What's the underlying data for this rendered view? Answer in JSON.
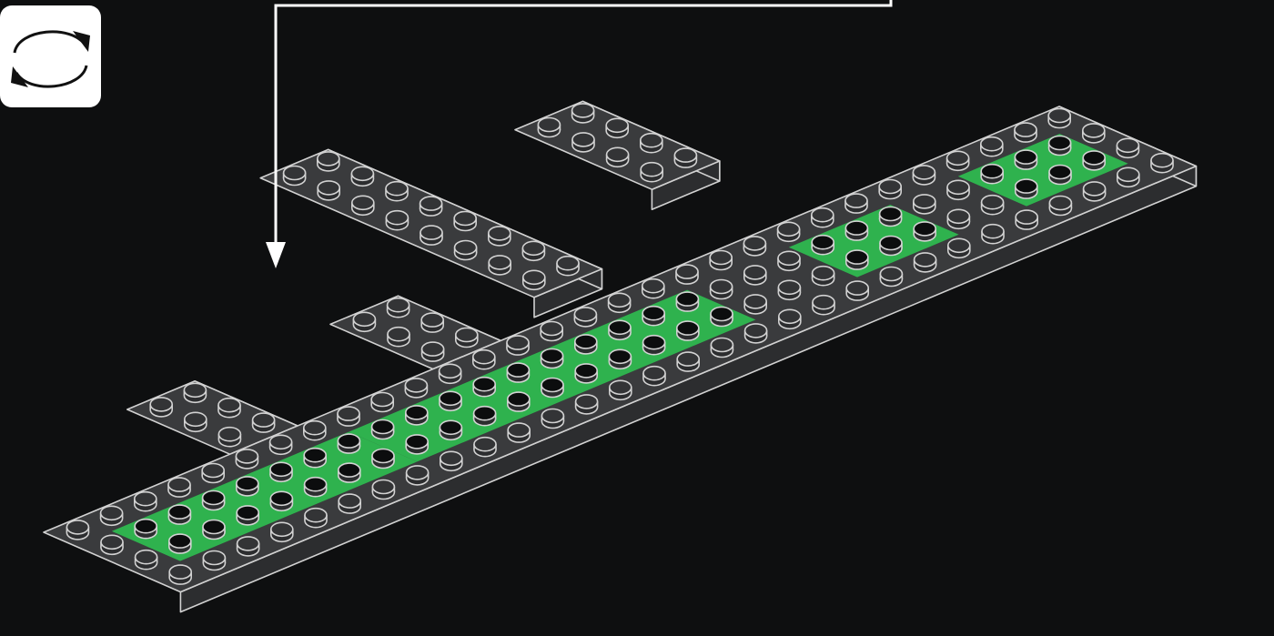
{
  "colors": {
    "background": "#0e0f10",
    "brick_top": "#3a3b3d",
    "brick_side": "#2c2d2f",
    "brick_outline": "#d2d2d2",
    "stud_top": "#333436",
    "highlight_top": "#2fb24e",
    "highlight_stud": "#0c0d0e",
    "pointer_arrow": "#ffffff",
    "button_bg": "#ffffff",
    "button_icon": "#111111"
  },
  "icons": {
    "rotate_button": "rotate-view-icon",
    "pointer": "insertion-pointer-arrow"
  },
  "assembly": {
    "name": "lego-plate-assembly",
    "added_parts_highlight": "green-plates",
    "highlighted_plate_count": 4
  }
}
